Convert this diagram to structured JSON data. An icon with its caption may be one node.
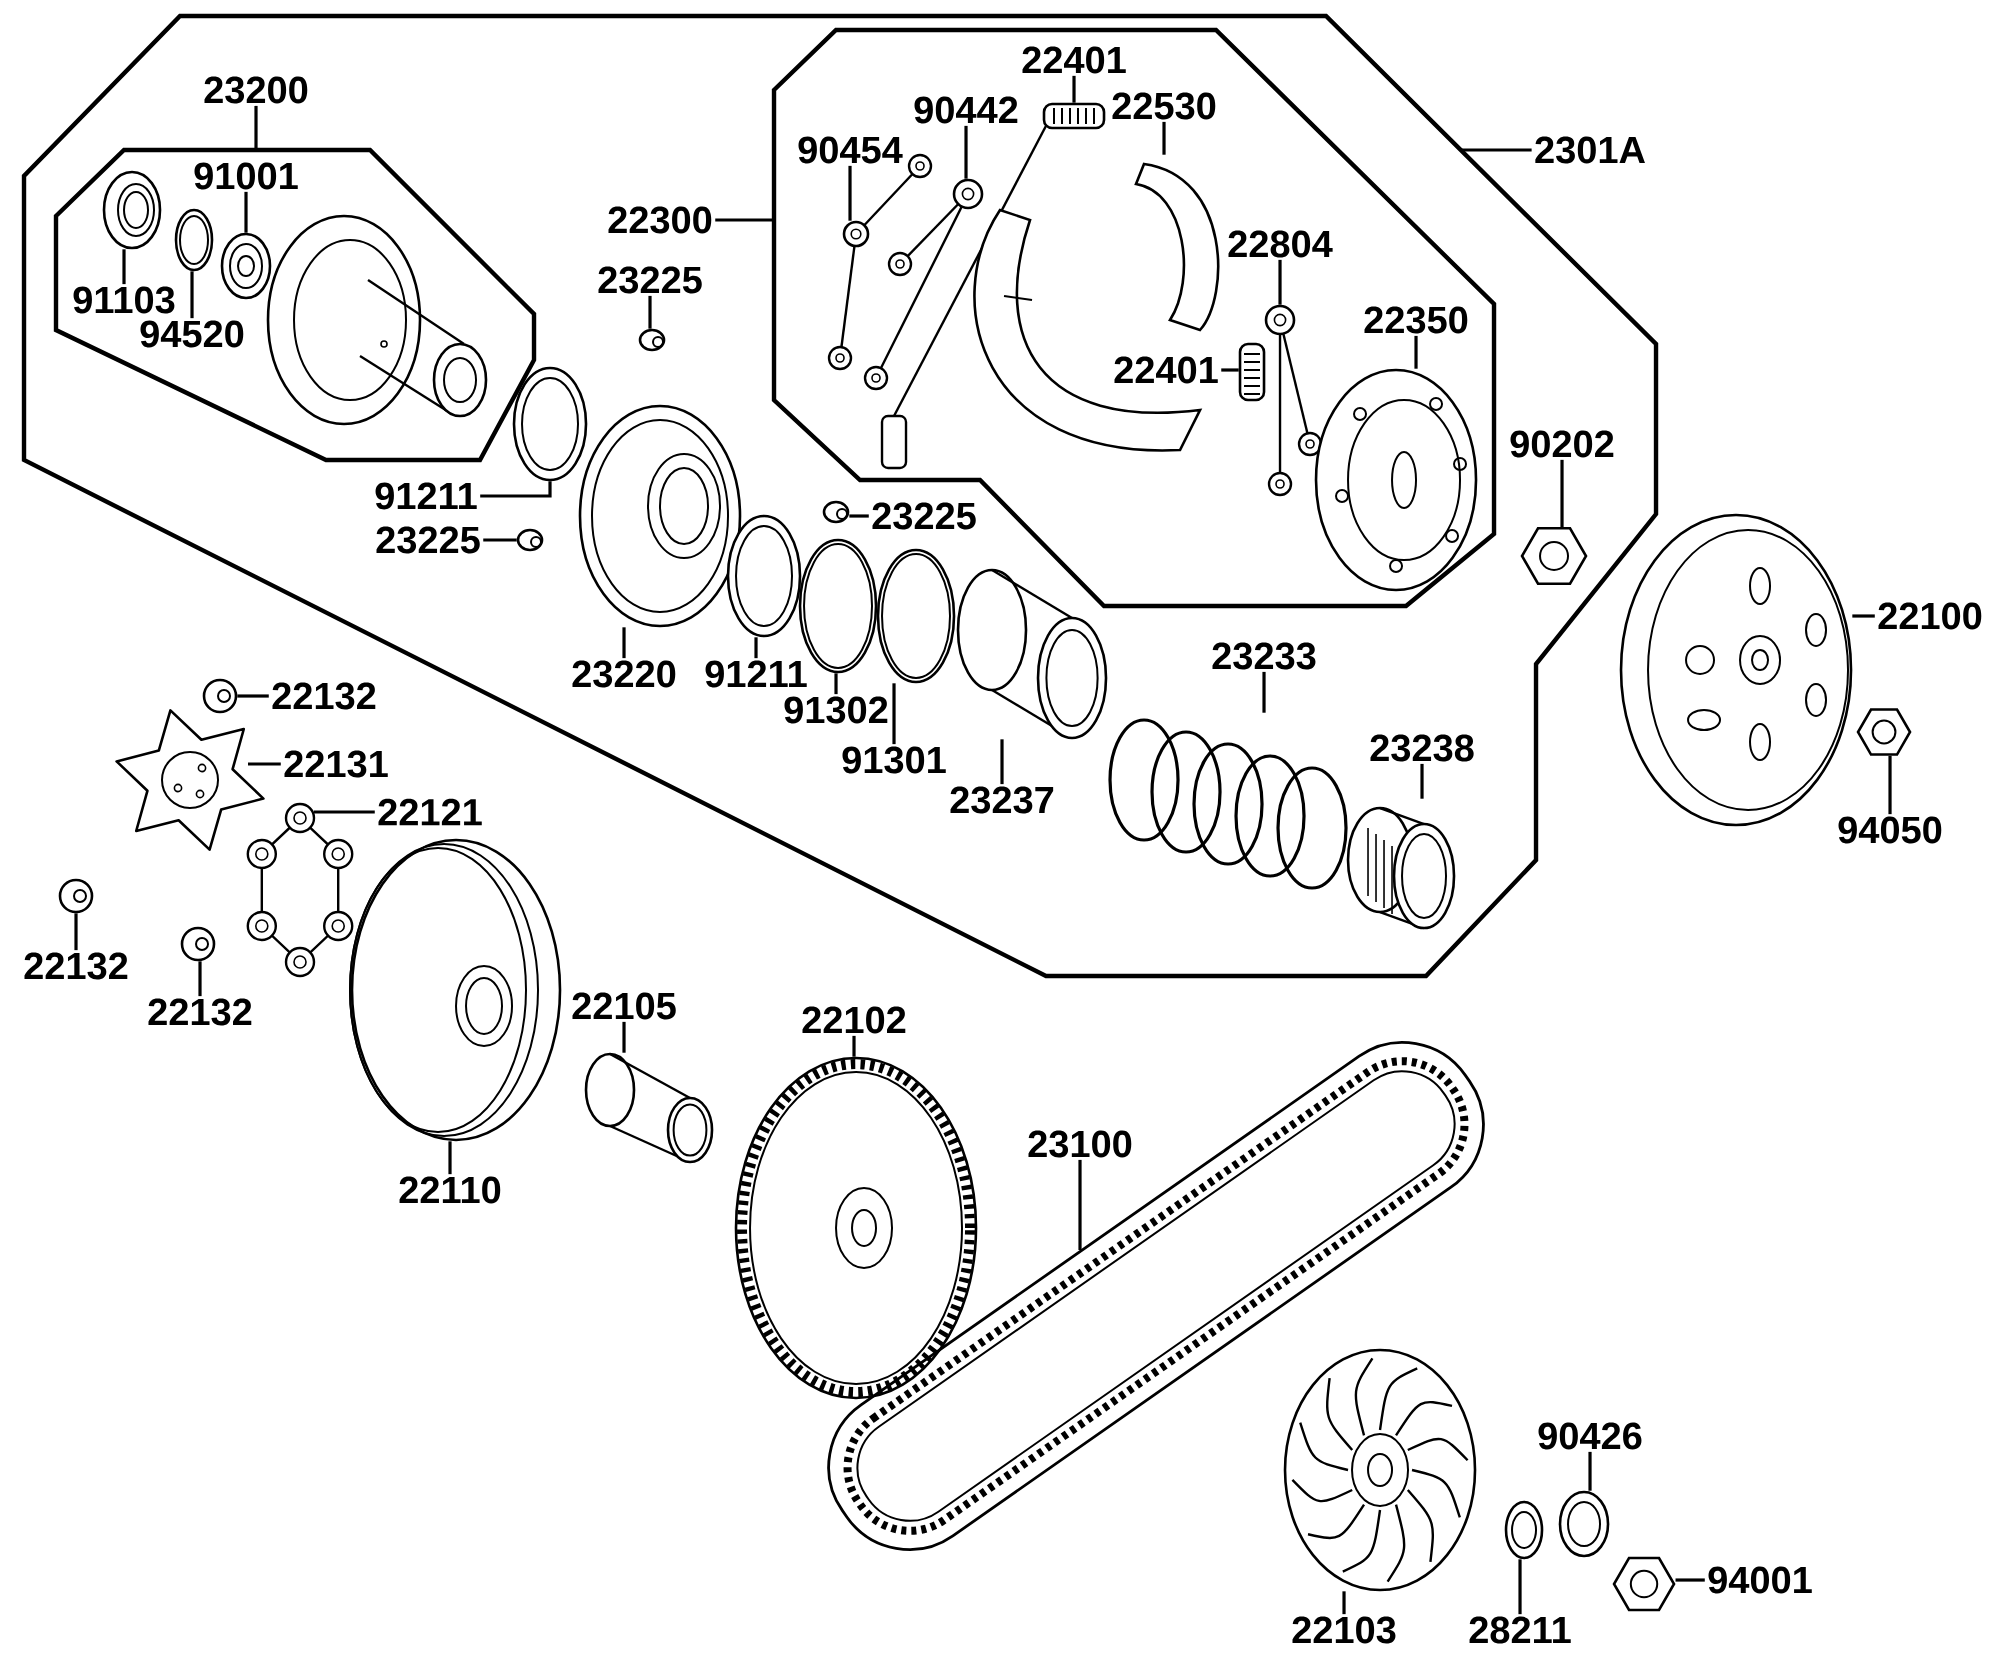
{
  "diagram": {
    "nodes": [
      {
        "text": [],
        "shape": "polygon"
      },
      {
        "text": [],
        "shape": "polygon",
        "in": 0
      },
      {
        "text": [],
        "shape": "polygon",
        "in": 0
      },
      {
        "text": [
          "23200"
        ],
        "in": 0
      },
      {
        "text": [
          "2301A"
        ]
      },
      {
        "text": [
          "22300"
        ],
        "in": 0
      },
      {
        "text": [
          "91001"
        ],
        "in": 1
      },
      {
        "text": [],
        "shape": "picture",
        "in": 1
      },
      {
        "text": [
          "91103"
        ],
        "in": 1
      },
      {
        "text": [],
        "shape": "picture",
        "in": 1
      },
      {
        "text": [
          "94520"
        ],
        "in": 1
      },
      {
        "text": [],
        "shape": "picture",
        "in": 1
      },
      {
        "text": [
          "91211"
        ],
        "in": 0
      },
      {
        "text": [],
        "shape": "picture",
        "in": 0
      },
      {
        "text": [
          "23225"
        ],
        "in": 0
      },
      {
        "text": [],
        "shape": "picture",
        "in": 0
      },
      {
        "text": [
          "23225"
        ],
        "in": 0
      },
      {
        "text": [],
        "shape": "picture",
        "in": 0
      },
      {
        "text": [
          "23220"
        ],
        "in": 0
      },
      {
        "text": [],
        "shape": "picture",
        "in": 0
      },
      {
        "text": [
          "91211"
        ],
        "in": 0
      },
      {
        "text": [],
        "shape": "picture",
        "in": 0
      },
      {
        "text": [
          "91302"
        ],
        "in": 0
      },
      {
        "text": [],
        "shape": "picture",
        "in": 0
      },
      {
        "text": [
          "91301"
        ],
        "in": 0
      },
      {
        "text": [],
        "shape": "picture",
        "in": 0
      },
      {
        "text": [
          "23237"
        ],
        "in": 0
      },
      {
        "text": [],
        "shape": "picture",
        "in": 0
      },
      {
        "text": [
          "23225"
        ],
        "in": 0
      },
      {
        "text": [],
        "shape": "picture",
        "in": 0
      },
      {
        "text": [
          "90454"
        ],
        "in": 2
      },
      {
        "text": [],
        "shape": "picture",
        "in": 2
      },
      {
        "text": [
          "90442"
        ],
        "in": 2
      },
      {
        "text": [],
        "shape": "picture",
        "in": 2
      },
      {
        "text": [
          "22401"
        ],
        "in": 2
      },
      {
        "text": [],
        "shape": "picture",
        "in": 2
      },
      {
        "text": [
          "22530"
        ],
        "in": 2
      },
      {
        "text": [],
        "shape": "picture",
        "in": 2
      },
      {
        "text": [
          "22804"
        ],
        "in": 2
      },
      {
        "text": [],
        "shape": "picture",
        "in": 2
      },
      {
        "text": [
          "22401"
        ],
        "in": 2
      },
      {
        "text": [],
        "shape": "picture",
        "in": 2
      },
      {
        "text": [
          "22350"
        ],
        "in": 2
      },
      {
        "text": [],
        "shape": "picture",
        "in": 2
      },
      {
        "text": [
          "90202"
        ],
        "in": 0
      },
      {
        "text": [],
        "shape": "picture",
        "in": 0
      },
      {
        "text": [
          "22100"
        ]
      },
      {
        "text": [],
        "shape": "picture"
      },
      {
        "text": [
          "94050"
        ]
      },
      {
        "text": [],
        "shape": "picture"
      },
      {
        "text": [
          "23233"
        ],
        "in": 0
      },
      {
        "text": [],
        "shape": "picture",
        "in": 0
      },
      {
        "text": [
          "23238"
        ],
        "in": 0
      },
      {
        "text": [],
        "shape": "picture",
        "in": 0
      },
      {
        "text": [
          "22132"
        ]
      },
      {
        "text": [],
        "shape": "picture"
      },
      {
        "text": [
          "22131"
        ]
      },
      {
        "text": [],
        "shape": "picture"
      },
      {
        "text": [
          "22121"
        ]
      },
      {
        "text": [],
        "shape": "picture"
      },
      {
        "text": [
          "22132"
        ]
      },
      {
        "text": [],
        "shape": "picture"
      },
      {
        "text": [
          "22132"
        ]
      },
      {
        "text": [],
        "shape": "picture"
      },
      {
        "text": [
          "22110"
        ]
      },
      {
        "text": [],
        "shape": "picture"
      },
      {
        "text": [
          "22105"
        ]
      },
      {
        "text": [],
        "shape": "picture"
      },
      {
        "text": [
          "22102"
        ]
      },
      {
        "text": [],
        "shape": "picture"
      },
      {
        "text": [
          "23100"
        ]
      },
      {
        "text": [],
        "shape": "picture"
      },
      {
        "text": [
          "22103"
        ]
      },
      {
        "text": [],
        "shape": "picture"
      },
      {
        "text": [
          "28211"
        ]
      },
      {
        "text": [],
        "shape": "picture"
      },
      {
        "text": [
          "90426"
        ]
      },
      {
        "text": [],
        "shape": "picture"
      },
      {
        "text": [
          "94001"
        ]
      },
      {
        "text": [],
        "shape": "picture"
      }
    ],
    "edges": [
      {
        "from": 3,
        "to": 1,
        "arrow": "none"
      },
      {
        "from": 4,
        "to": 0,
        "arrow": "none"
      },
      {
        "from": 5,
        "to": 2,
        "arrow": "none"
      },
      {
        "from": 6,
        "to": 7,
        "arrow": "none"
      },
      {
        "from": 8,
        "to": 9,
        "arrow": "none"
      },
      {
        "from": 10,
        "to": 11,
        "arrow": "none"
      },
      {
        "from": 12,
        "to": 13,
        "arrow": "none"
      },
      {
        "from": 14,
        "to": 15,
        "arrow": "none"
      },
      {
        "from": 16,
        "to": 17,
        "arrow": "none"
      },
      {
        "from": 18,
        "to": 19,
        "arrow": "none"
      },
      {
        "from": 20,
        "to": 21,
        "arrow": "none"
      },
      {
        "from": 22,
        "to": 23,
        "arrow": "none"
      },
      {
        "from": 24,
        "to": 25,
        "arrow": "none"
      },
      {
        "from": 26,
        "to": 27,
        "arrow": "none"
      },
      {
        "from": 28,
        "to": 29,
        "arrow": "none"
      },
      {
        "from": 30,
        "to": 31,
        "arrow": "none"
      },
      {
        "from": 32,
        "to": 33,
        "arrow": "none"
      },
      {
        "from": 34,
        "to": 35,
        "arrow": "none"
      },
      {
        "from": 36,
        "to": 37,
        "arrow": "none"
      },
      {
        "from": 38,
        "to": 39,
        "arrow": "none"
      },
      {
        "from": 40,
        "to": 41,
        "arrow": "none"
      },
      {
        "from": 42,
        "to": 43,
        "arrow": "none"
      },
      {
        "from": 44,
        "to": 45,
        "arrow": "none"
      },
      {
        "from": 46,
        "to": 47,
        "arrow": "none"
      },
      {
        "from": 48,
        "to": 49,
        "arrow": "none"
      },
      {
        "from": 50,
        "to": 51,
        "arrow": "none"
      },
      {
        "from": 52,
        "to": 53,
        "arrow": "none"
      },
      {
        "from": 54,
        "to": 55,
        "arrow": "none"
      },
      {
        "from": 56,
        "to": 57,
        "arrow": "none"
      },
      {
        "from": 58,
        "to": 59,
        "arrow": "none"
      },
      {
        "from": 60,
        "to": 61,
        "arrow": "none"
      },
      {
        "from": 62,
        "to": 63,
        "arrow": "none"
      },
      {
        "from": 64,
        "to": 65,
        "arrow": "none"
      },
      {
        "from": 66,
        "to": 67,
        "arrow": "none"
      },
      {
        "from": 68,
        "to": 69,
        "arrow": "none"
      },
      {
        "from": 70,
        "to": 71,
        "arrow": "none"
      },
      {
        "from": 72,
        "to": 73,
        "arrow": "none"
      },
      {
        "from": 74,
        "to": 75,
        "arrow": "none"
      },
      {
        "from": 76,
        "to": 77,
        "arrow": "none"
      },
      {
        "from": 78,
        "to": 79,
        "arrow": "none"
      }
    ]
  }
}
